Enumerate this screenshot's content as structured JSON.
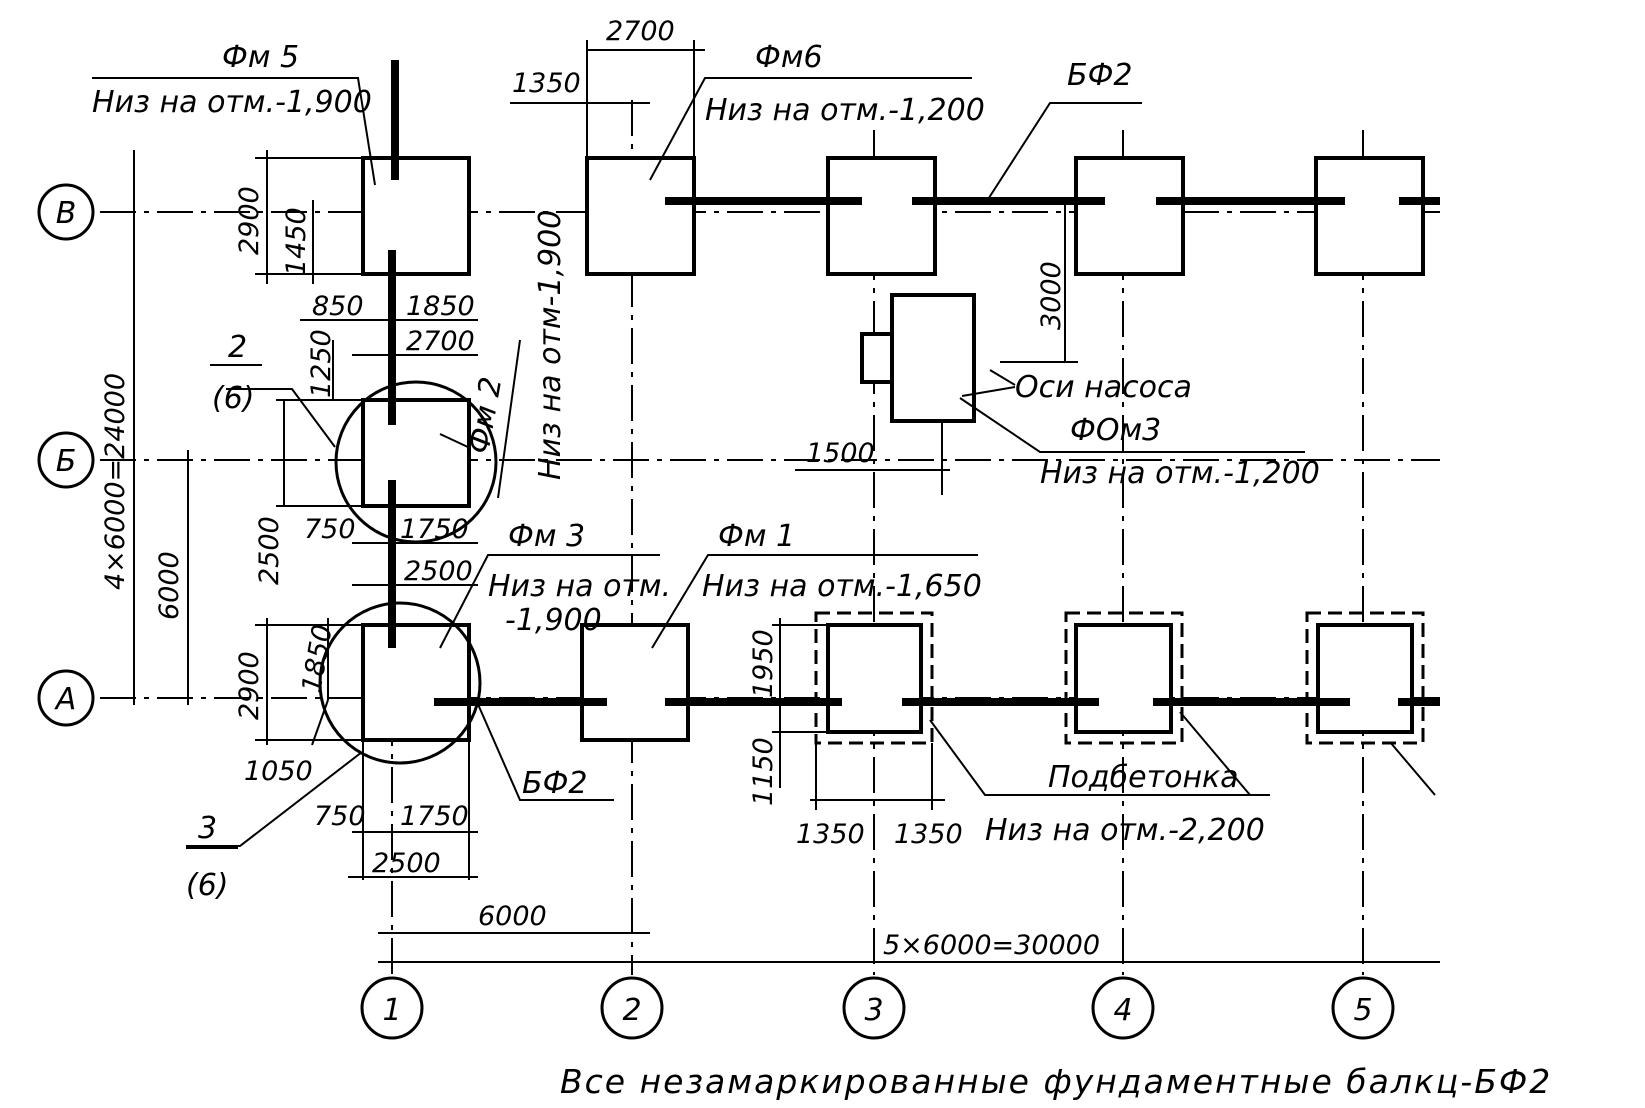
{
  "grid": {
    "rows": [
      "В",
      "Б",
      "А"
    ],
    "columns": [
      "1",
      "2",
      "3",
      "4",
      "5"
    ]
  },
  "foundations": {
    "fm5": {
      "mark": "Фм 5",
      "level": "Низ на отм.-1,900"
    },
    "fm6": {
      "mark": "Фм6",
      "level": "Низ на отм.-1,200"
    },
    "fm2": {
      "mark": "Фм 2",
      "level": "Низ на отм-1,900"
    },
    "fm3": {
      "mark": "Фм 3",
      "level_line1": "Низ на отм.",
      "level_line2": "-1,900"
    },
    "fm1": {
      "mark": "Фм 1",
      "level": "Низ на отм.-1,650"
    },
    "fom3": {
      "mark": "ФОм3",
      "level": "Низ на отм.-1,200"
    }
  },
  "labels": {
    "beam_top": "БФ2",
    "beam_bottom": "БФ2",
    "pump_axes": "Оси насоса",
    "concrete_prep": "Подбетонка",
    "concrete_level": "Низ на отм.-2,200"
  },
  "callouts": {
    "node2_num": "2",
    "node2_sheet": "(6)",
    "node3_num": "3",
    "node3_sheet": "(6)"
  },
  "dimensions": {
    "d2700_top": "2700",
    "d1350_top": "1350",
    "d2900_v": "2900",
    "d1450": "1450",
    "d850": "850",
    "d1850_b": "1850",
    "d2700_b": "2700",
    "d1250": "1250",
    "d2500_v": "2500",
    "d750_b": "750",
    "d1750_b": "1750",
    "d2500_b": "2500",
    "d24000": "4×6000=24000",
    "d6000_v": "6000",
    "d2900_a": "2900",
    "d1850_a": "1850",
    "d1050": "1050",
    "d750_a": "750",
    "d1750_a": "1750",
    "d2500_a": "2500",
    "d6000_h": "6000",
    "d30000": "5×6000=30000",
    "d3000": "3000",
    "d1500": "1500",
    "d1950": "1950",
    "d1150": "1150",
    "d1350_l": "1350",
    "d1350_r": "1350"
  },
  "note": "Все незамаркированные фундаментные балкц-БФ2"
}
